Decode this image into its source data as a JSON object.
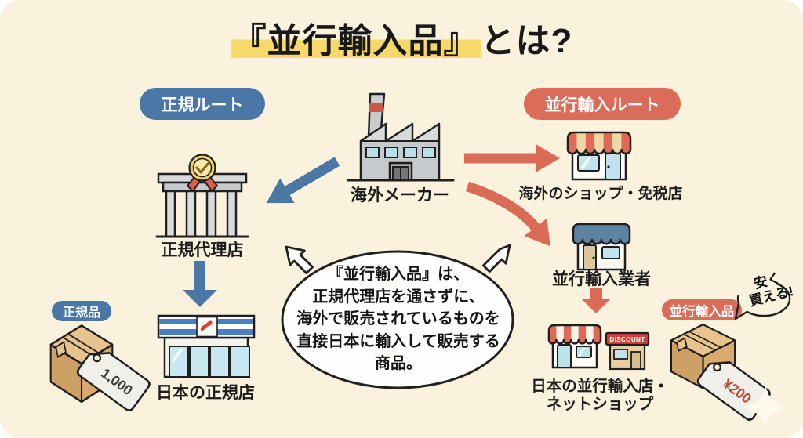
{
  "title": {
    "highlighted": "『並行輸入品』",
    "suffix": "とは?"
  },
  "badges": {
    "regular_route": "正規ルート",
    "parallel_route": "並行輸入ルート",
    "genuine_product": "正規品",
    "parallel_product": "並行輸入品"
  },
  "labels": {
    "maker": "海外メーカー",
    "agent": "正規代理店",
    "japan_store": "日本の正規店",
    "overseas_shop": "海外のショップ・免税店",
    "importer": "並行輸入業者",
    "japan_import_store_line1": "日本の並行輸入店・",
    "japan_import_store_line2": "ネットショップ"
  },
  "prices": {
    "genuine": "1,000",
    "parallel": "¥200"
  },
  "cheap_bubble": {
    "line1": "安く",
    "line2": "買える!"
  },
  "discount_sign": "DISCOUNT",
  "definition_bubble": {
    "lines": [
      "『並行輸入品』は、",
      "正規代理店を通さずに、",
      "海外で販売されているものを",
      "直接日本に輸入して販売する",
      "商品。"
    ]
  },
  "colors": {
    "background": "#FAF2DD",
    "blue": "#4B77A7",
    "red": "#D96B57",
    "red_badge": "#DB6C59",
    "highlight": "#F6D969",
    "outline": "#1F1F1F",
    "tag_price_red": "#C44536",
    "discount_red": "#D24136"
  }
}
